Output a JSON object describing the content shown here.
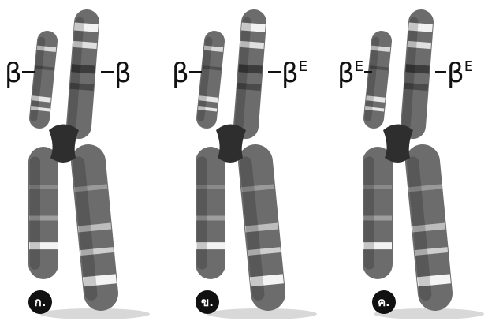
{
  "chromosomes": [
    {
      "id": "a",
      "left_allele": {
        "base": "β",
        "sup": ""
      },
      "right_allele": {
        "base": "β",
        "sup": ""
      },
      "label": "ก."
    },
    {
      "id": "b",
      "left_allele": {
        "base": "β",
        "sup": ""
      },
      "right_allele": {
        "base": "β",
        "sup": "E"
      },
      "label": "ข."
    },
    {
      "id": "c",
      "left_allele": {
        "base": "β",
        "sup": "E"
      },
      "right_allele": {
        "base": "β",
        "sup": "E"
      },
      "label": "ค."
    }
  ]
}
